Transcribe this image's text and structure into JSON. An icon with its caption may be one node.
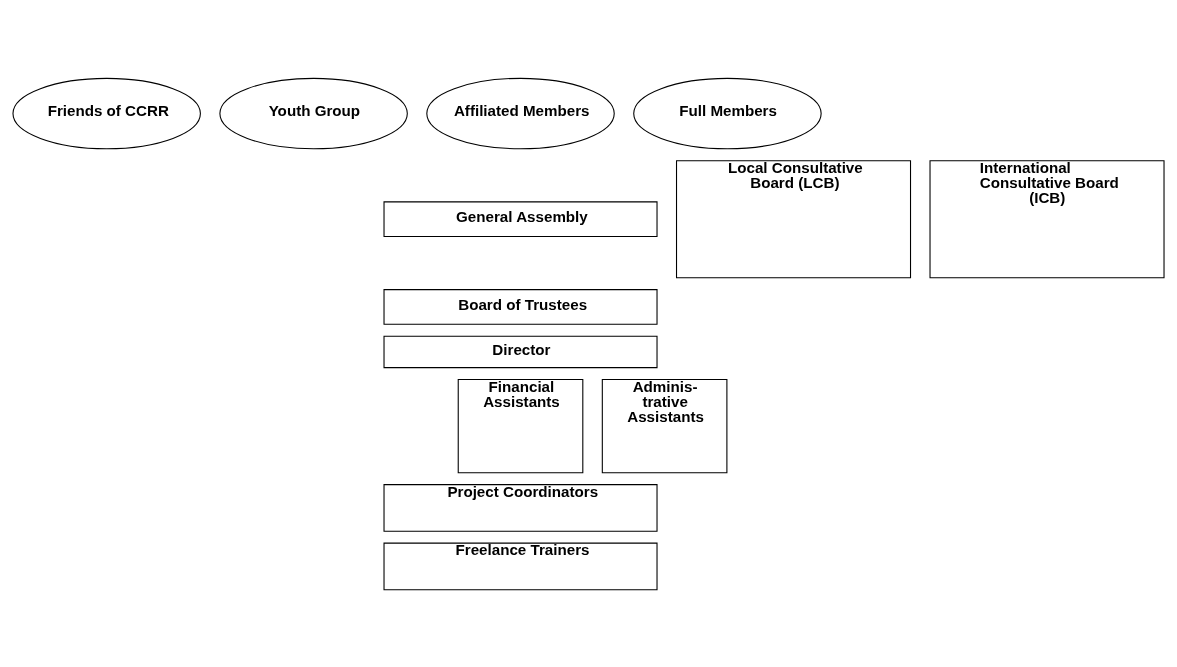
{
  "diagram": {
    "nodes": [
      {
        "text": [
          "Friends of CCRR"
        ]
      },
      {
        "text": [
          "Youth Group"
        ]
      },
      {
        "text": [
          "Affiliated Members"
        ]
      },
      {
        "text": [
          "Full Members"
        ]
      },
      {
        "text": [
          "Local Consultative Board (LCB)"
        ]
      },
      {
        "text": [
          "General Assembly"
        ]
      },
      {
        "text": [
          "International Consultative Board (ICB)"
        ]
      },
      {
        "text": [
          "Board of Trustees"
        ]
      },
      {
        "text": [
          "Director"
        ]
      },
      {
        "text": [
          "Adminis- trative Assistants"
        ]
      },
      {
        "text": [
          "Financial Assistants"
        ]
      },
      {
        "text": [
          "Project Coordinators"
        ]
      },
      {
        "text": [
          "Freelance Trainers"
        ]
      }
    ],
    "edges": []
  }
}
